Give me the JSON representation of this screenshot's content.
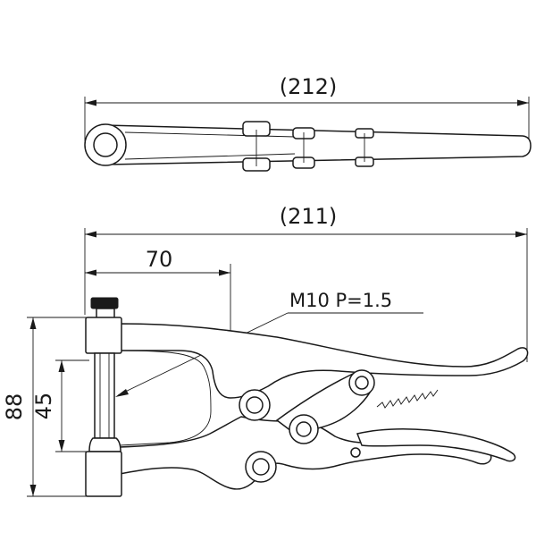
{
  "dimensions": {
    "top_overall": "(212)",
    "side_overall": "(211)",
    "jaw_reach": "70",
    "overall_height": "88",
    "opening": "45"
  },
  "callout": {
    "thread": "M10 P=1.5"
  },
  "colors": {
    "line": "#1a1a1a",
    "background": "#ffffff"
  }
}
